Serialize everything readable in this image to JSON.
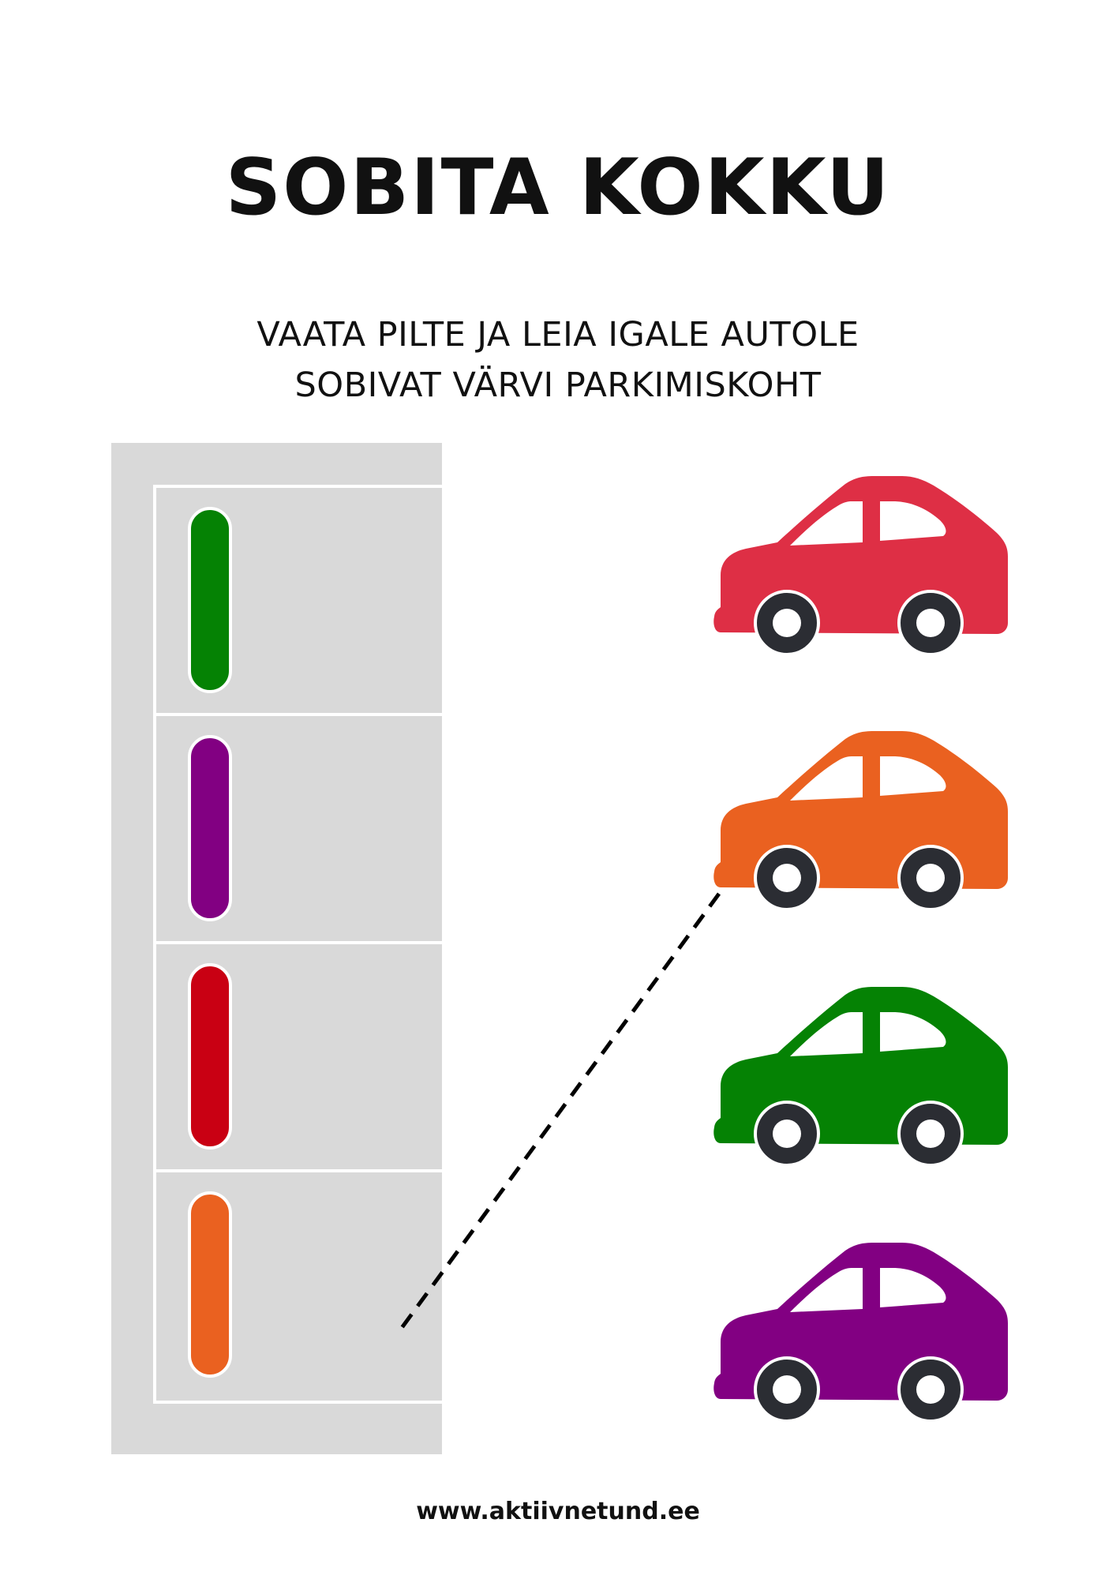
{
  "title": "SOBITA KOKKU",
  "instructions": {
    "line1": "VAATA PILTE JA LEIA IGALE AUTOLE",
    "line2": "SOBIVAT VÄRVI PARKIMISKOHT"
  },
  "parking_spots": [
    {
      "color_name": "green",
      "color": "#058204"
    },
    {
      "color_name": "purple",
      "color": "#820082"
    },
    {
      "color_name": "red",
      "color": "#c90013"
    },
    {
      "color_name": "orange",
      "color": "#ea6120"
    }
  ],
  "cars": [
    {
      "color_name": "red",
      "color": "#de2f45"
    },
    {
      "color_name": "orange",
      "color": "#ea6120"
    },
    {
      "color_name": "green",
      "color": "#058204"
    },
    {
      "color_name": "purple",
      "color": "#820082"
    }
  ],
  "example_connection": {
    "car": "orange",
    "spot": "orange",
    "style": "dashed"
  },
  "footer": "www.aktiivnetund.ee"
}
